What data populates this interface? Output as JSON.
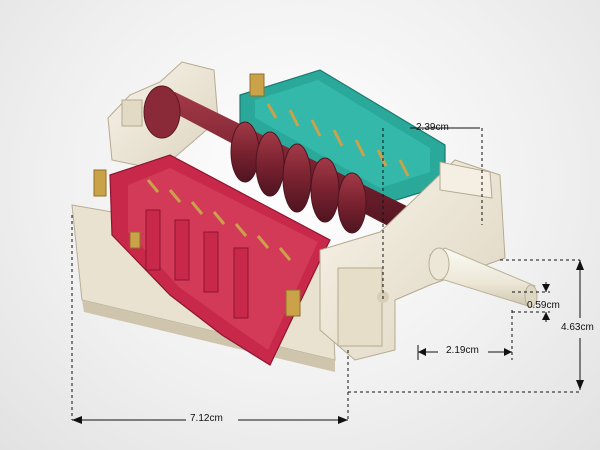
{
  "dimensions": {
    "total_length": "7.12cm",
    "total_height": "4.63cm",
    "module_width": "2.39cm",
    "shaft_length": "2.19cm",
    "shaft_diameter": "0.59cm"
  },
  "colors": {
    "background": "#eeeeee",
    "red_contact_block": "#c8284a",
    "teal_contact_block": "#2aa89a",
    "maroon_cam_shaft": "#7a2230",
    "cream_housing": "#efe8d8",
    "brass_terminal": "#c9a24a",
    "shaft": "#f2efe2"
  },
  "icons": [
    "rotary-selector-switch"
  ]
}
